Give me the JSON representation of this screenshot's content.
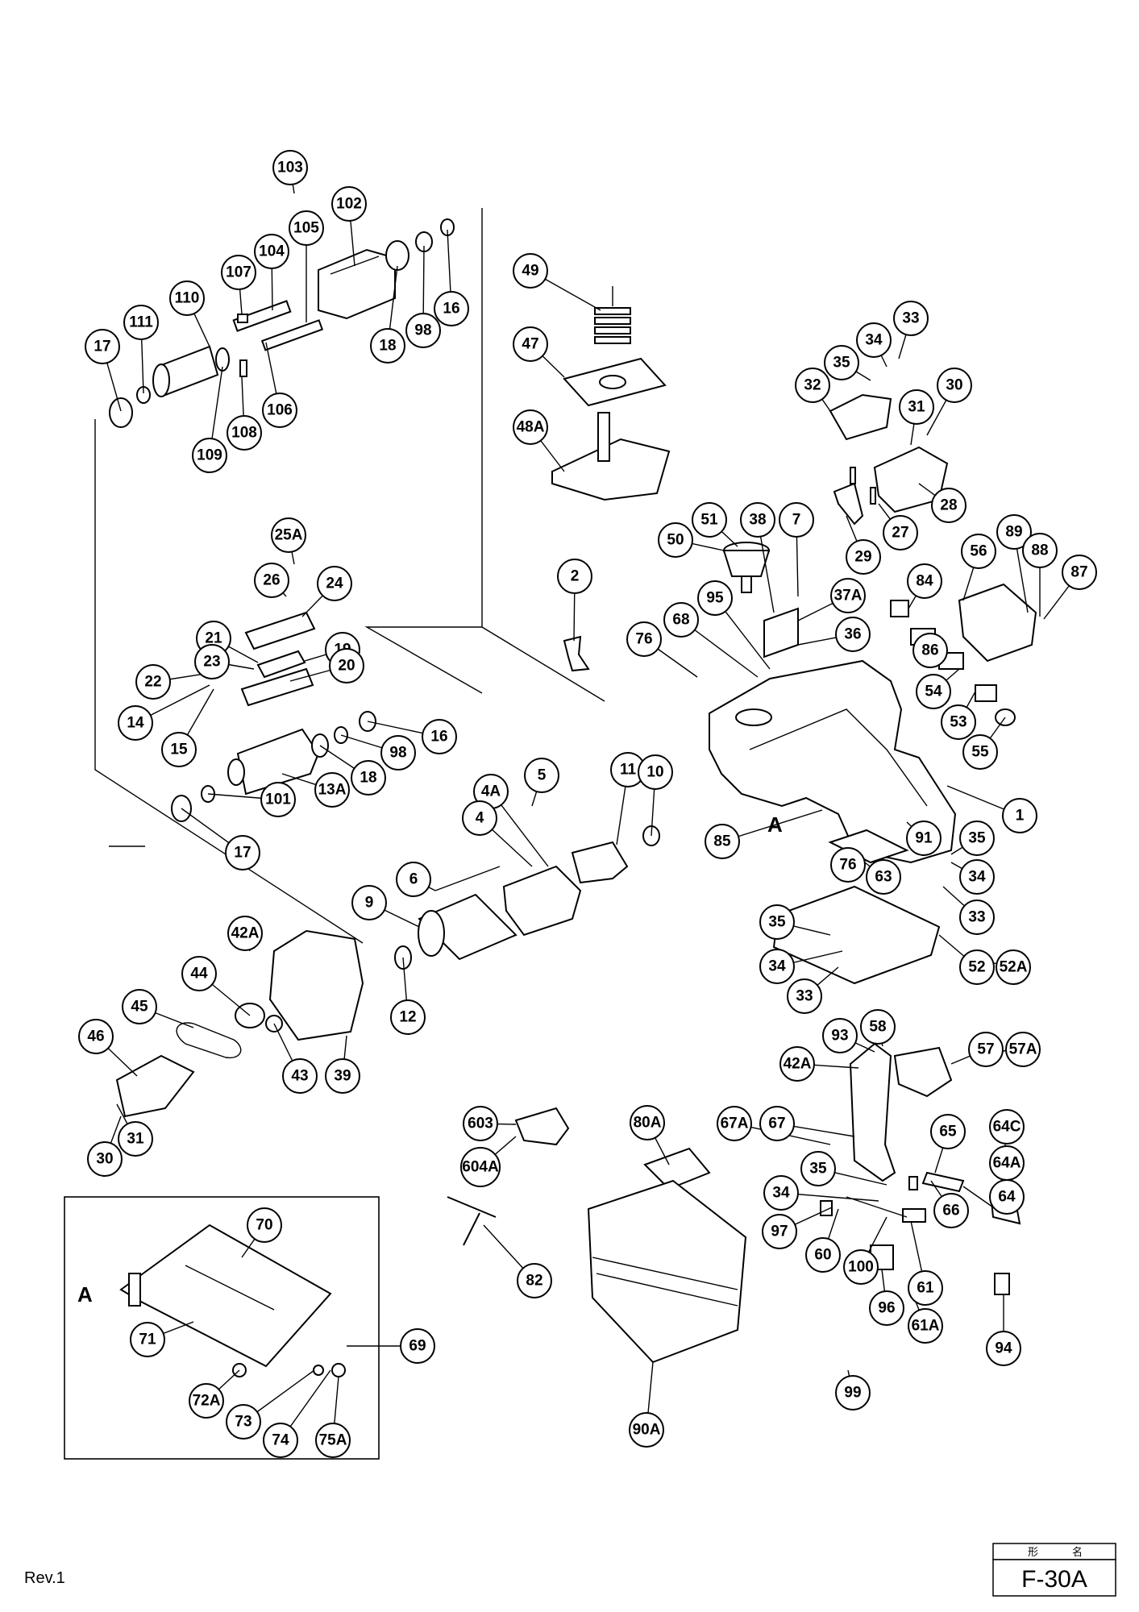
{
  "revision": "Rev.1",
  "title_block": {
    "header_left": "形",
    "header_right": "名",
    "model": "F-30A"
  },
  "section_letters": [
    "A",
    "A"
  ],
  "callouts": [
    "103",
    "102",
    "104",
    "105",
    "107",
    "110",
    "111",
    "17",
    "18",
    "98",
    "16",
    "109",
    "108",
    "106",
    "49",
    "47",
    "48A",
    "33",
    "34",
    "35",
    "32",
    "30",
    "31",
    "28",
    "27",
    "29",
    "50",
    "51",
    "38",
    "7",
    "37A",
    "36",
    "2",
    "95",
    "68",
    "76",
    "56",
    "89",
    "88",
    "87",
    "84",
    "86",
    "54",
    "53",
    "55",
    "25A",
    "26",
    "24",
    "21",
    "19",
    "23",
    "22",
    "20",
    "14",
    "15",
    "16",
    "98",
    "18",
    "13A",
    "101",
    "17",
    "5",
    "4A",
    "11",
    "10",
    "4",
    "6",
    "9",
    "1",
    "91",
    "76",
    "85",
    "35",
    "34",
    "63",
    "33",
    "35",
    "34",
    "33",
    "52",
    "52A",
    "42A",
    "44",
    "45",
    "46",
    "12",
    "43",
    "39",
    "30",
    "31",
    "58",
    "93",
    "57",
    "57A",
    "42A",
    "67A",
    "67",
    "65",
    "64C",
    "64A",
    "64",
    "35",
    "34",
    "66",
    "97",
    "60",
    "100",
    "61",
    "96",
    "61A",
    "94",
    "99",
    "603",
    "604A",
    "80A",
    "82",
    "90A",
    "70",
    "71",
    "69",
    "72A",
    "73",
    "74",
    "75A"
  ]
}
